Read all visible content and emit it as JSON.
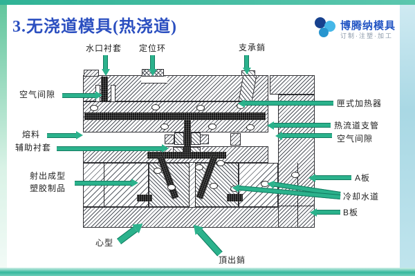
{
  "slide": {
    "title": "3.无浇道模具(热浇道)"
  },
  "logo": {
    "name": "博腾纳模具",
    "tagline": "订制·注塑·加工"
  },
  "callouts": {
    "sprue_bushing": "水口衬套",
    "locating_ring": "定位环",
    "support_pin": "支承銷",
    "air_gap_left": "空气间隙",
    "melt": "熔料",
    "aux_bushing": "辅助衬套",
    "molded_product_line1": "射出成型",
    "molded_product_line2": "塑胶制品",
    "cartridge_heater": "匣式加热器",
    "hot_runner_manifold": "热流道支管",
    "air_gap_right": "空气间隙",
    "plate_a": "A板",
    "cooling_channel": "冷却水道",
    "plate_b": "B板",
    "core": "心型",
    "ejector_pin": "頂出銷"
  },
  "colors": {
    "title_blue": "#2b4fc0",
    "arrow_teal": "#2bb28c",
    "frame_teal": "#35b99d",
    "logo_navy": "#17418e",
    "logo_light_blue": "#45b7e8",
    "label_text": "#222222",
    "hatch_line": "#4d525a"
  }
}
